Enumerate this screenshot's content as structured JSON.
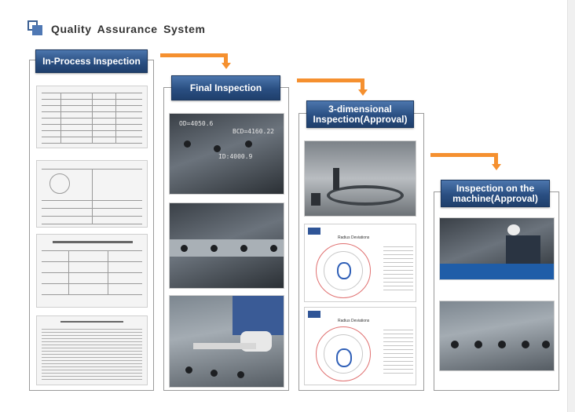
{
  "page": {
    "title": "Quality  Assurance System"
  },
  "stages": [
    {
      "label": "In-Process Inspection"
    },
    {
      "label": "Final Inspection"
    },
    {
      "label": "3-dimensional Inspection(Approval)"
    },
    {
      "label": "Inspection on the machine(Approval)"
    }
  ],
  "marks": {
    "final_photo_1_line_1": "OD=4050.6",
    "final_photo_1_line_2": "ID:4000.9",
    "final_photo_1_line_3": "BCD=4160.22",
    "chart_title": "Radius Deviations"
  },
  "colors": {
    "badge_blue": "#2a4f82",
    "arrow_orange": "#f5902f",
    "frame_gray": "#9a9a9a",
    "title_text": "#333333"
  },
  "icons": [
    "title-squares-icon",
    "flow-arrow-icon"
  ]
}
